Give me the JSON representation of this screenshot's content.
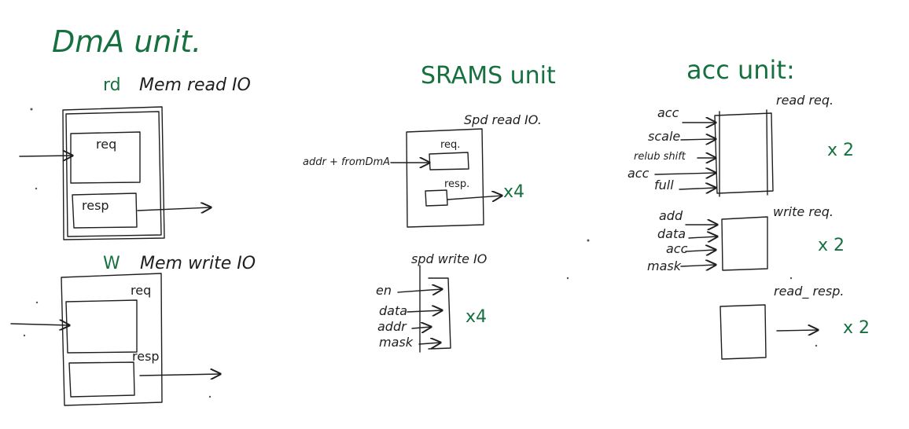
{
  "dma": {
    "title": "DmA unit.",
    "read_tag": "rd",
    "read_label": "Mem read IO",
    "read_req": "req",
    "read_resp": "resp",
    "write_tag": "W",
    "write_label": "Mem write IO",
    "write_req": "req",
    "write_resp": "resp"
  },
  "srams": {
    "title": "SRAMS  unit",
    "read_label": "Spd  read IO.",
    "read_input": "addr + fromDmA",
    "read_req": "req.",
    "read_resp": "resp.",
    "read_mult": "x4",
    "write_label": "spd write IO",
    "write_inputs": [
      "en",
      "data",
      "addr",
      "mask"
    ],
    "write_mult": "x4"
  },
  "acc": {
    "title": "acc unit:",
    "read_req_label": "read req.",
    "read_inputs": [
      "acc",
      "scale",
      "relub shift",
      "acc",
      "full"
    ],
    "read_mult": "x 2",
    "write_req_label": "write req.",
    "write_inputs": [
      "add",
      "data",
      "acc",
      "mask"
    ],
    "write_mult": "x 2",
    "read_resp_label": "read_ resp.",
    "resp_mult": "x 2"
  },
  "colors": {
    "ink": "#1f1f1f",
    "green": "#16703f",
    "background": "#ffffff"
  }
}
